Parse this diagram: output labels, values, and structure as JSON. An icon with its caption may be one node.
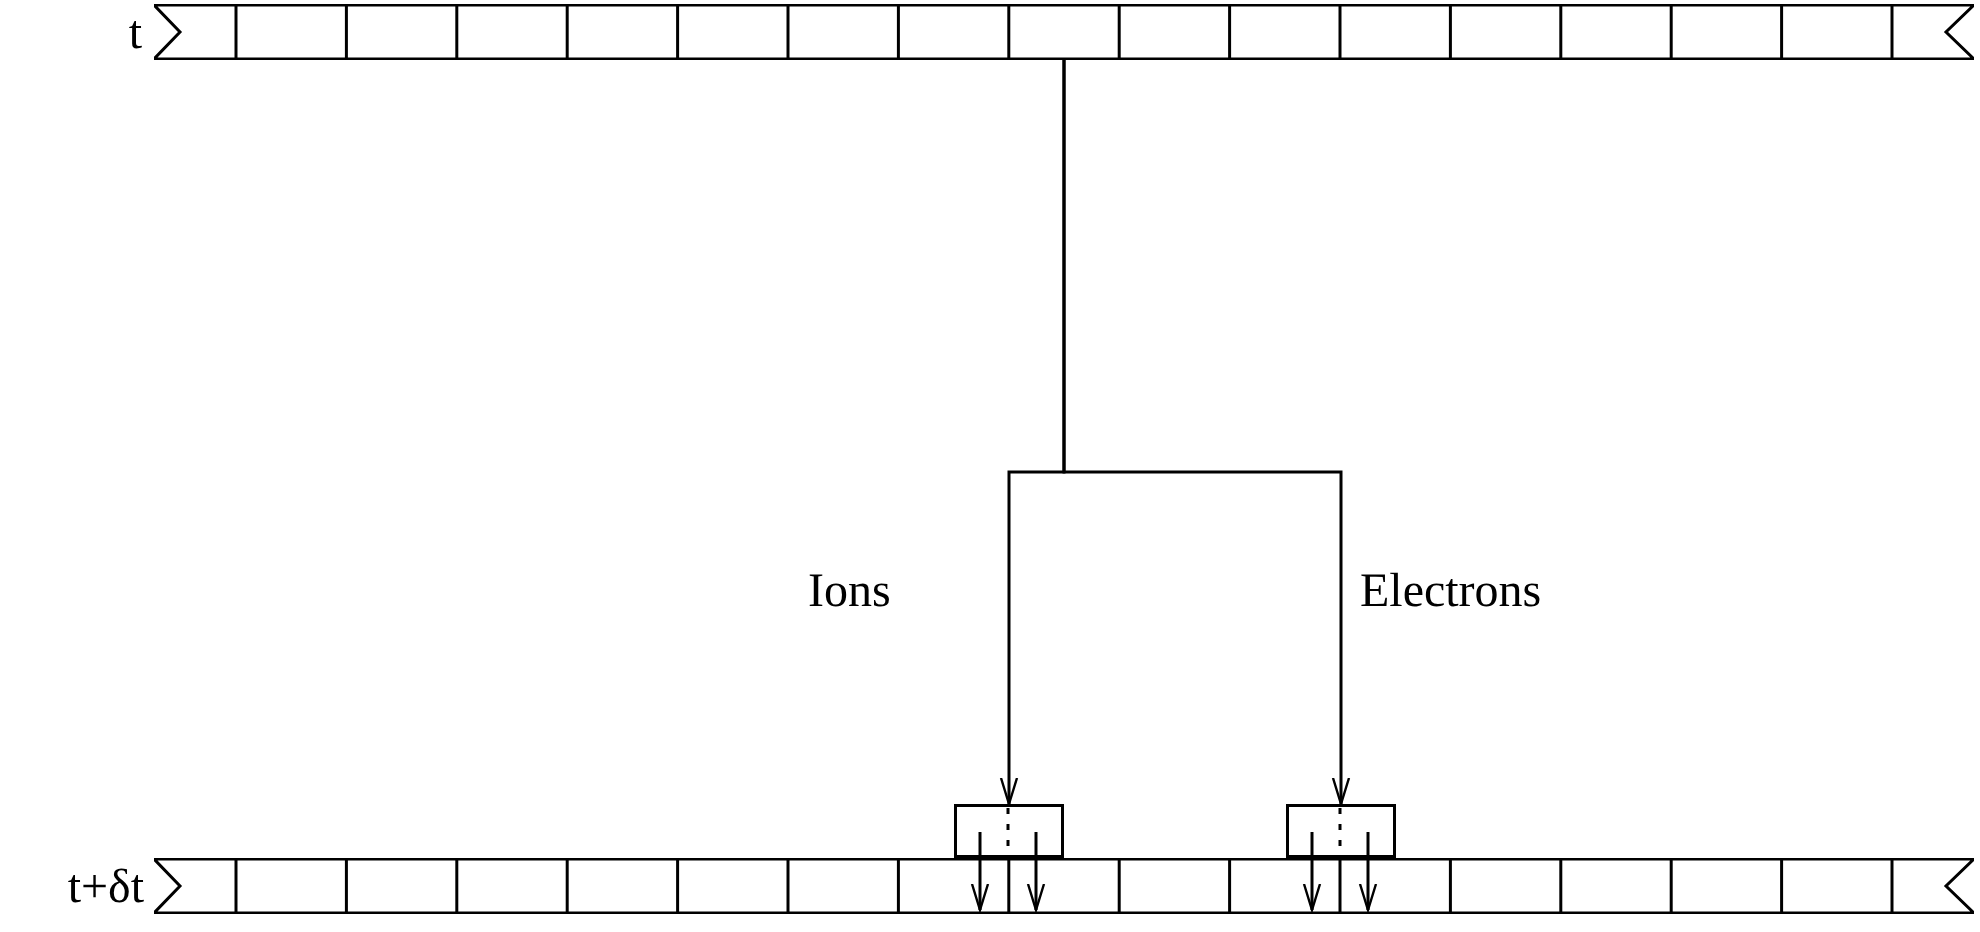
{
  "diagram": {
    "nodes": [
      {
        "text": [],
        "shape": "bar",
        "beside": [
          "t"
        ]
      },
      {
        "text": [],
        "shape": "bar",
        "beside": [
          "t+δt"
        ]
      },
      {
        "text": [],
        "shape": "box"
      },
      {
        "text": [],
        "shape": "box"
      }
    ],
    "edges": [
      {
        "from": 0,
        "to": 2,
        "arrow": "to",
        "label": "Ions"
      },
      {
        "from": 0,
        "to": 3,
        "arrow": "to",
        "label": "Electrons"
      },
      {
        "from": 2,
        "to": 1,
        "arrow": "to"
      },
      {
        "from": 2,
        "to": 1,
        "arrow": "to"
      },
      {
        "from": 3,
        "to": 1,
        "arrow": "to"
      },
      {
        "from": 3,
        "to": 1,
        "arrow": "to"
      }
    ]
  }
}
